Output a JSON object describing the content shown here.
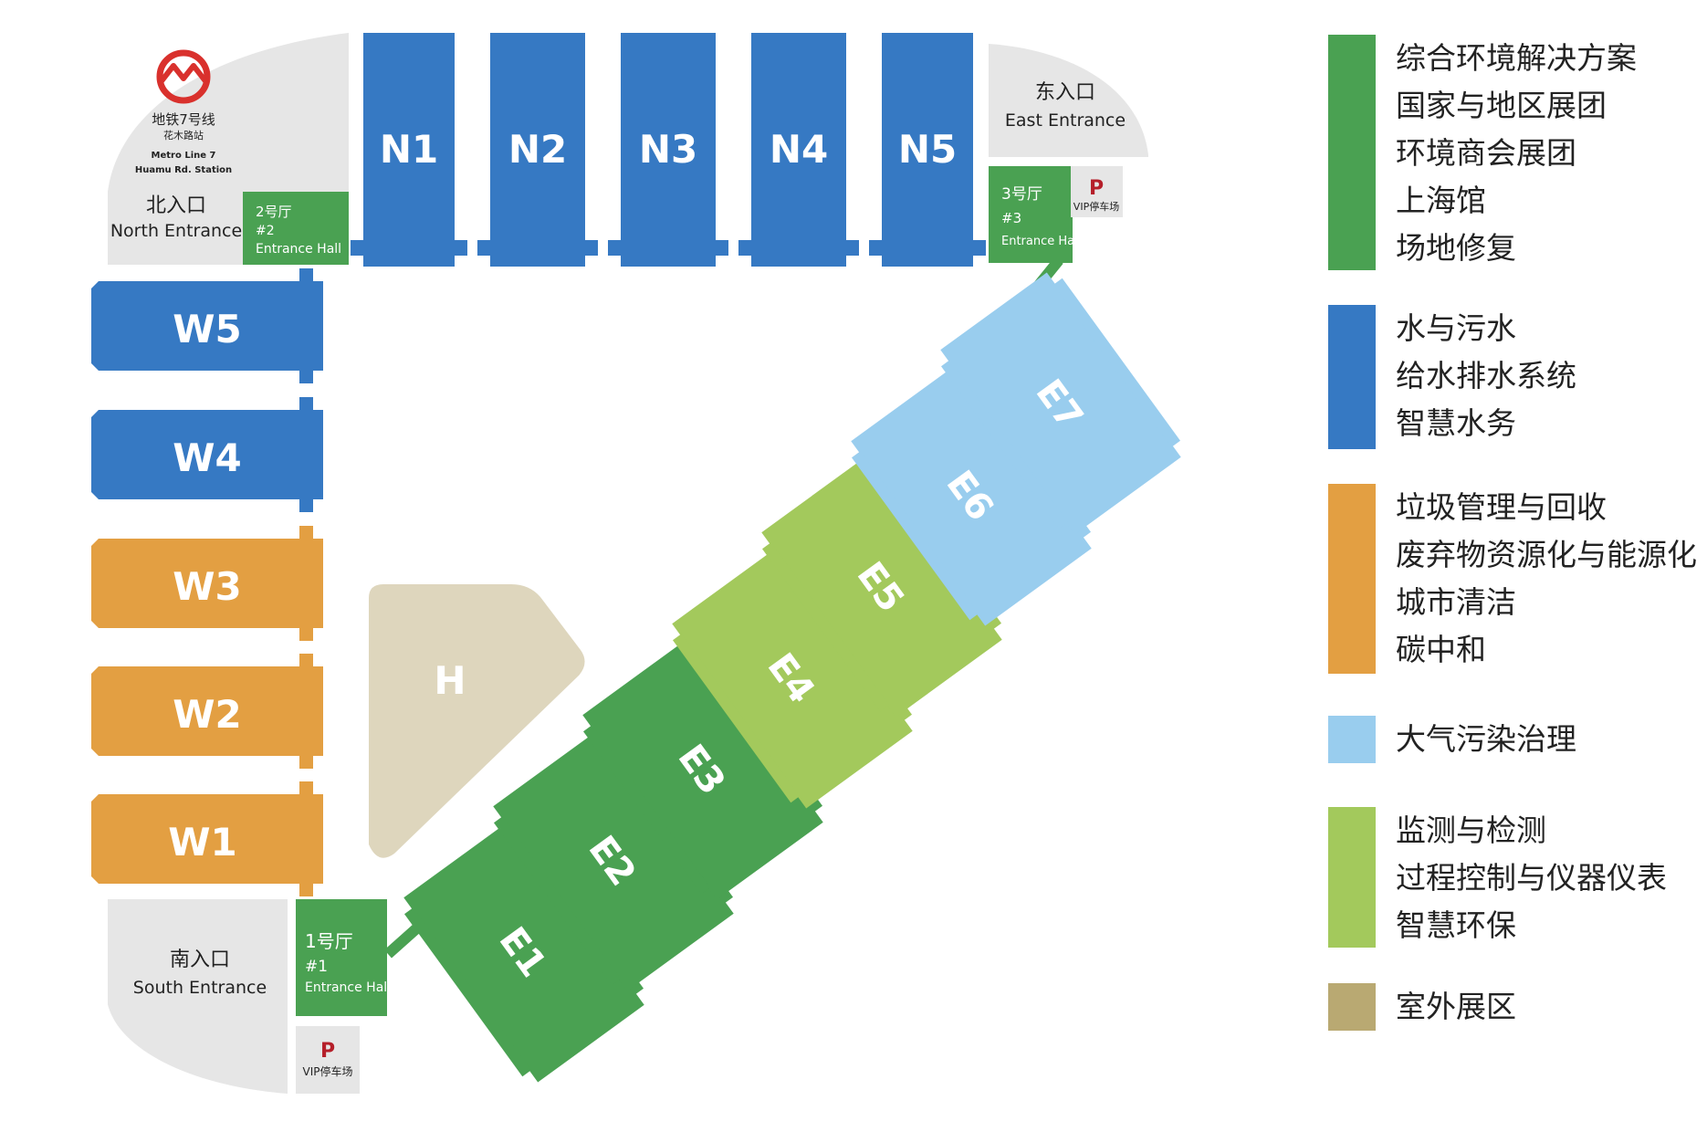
{
  "colors": {
    "green": "#4aa152",
    "blue": "#3679c3",
    "orange": "#e39f42",
    "lightblue": "#99cdee",
    "lightgreen": "#a3c95c",
    "outdoor": "#b9a972",
    "h_hall": "#ded6bd",
    "entrance_area": "#e6e6e6",
    "parking_red": "#b51f2a",
    "metro_red": "#d9312d"
  },
  "metro": {
    "logo_icon": "metro-logo-icon",
    "line_cn": "地铁7号线",
    "station_cn": "花木路站",
    "line_en": "Metro Line 7",
    "station_en": "Huamu Rd. Station"
  },
  "entrances": {
    "north": {
      "cn": "北入口",
      "en": "North Entrance"
    },
    "east": {
      "cn": "东入口",
      "en": "East Entrance"
    },
    "south": {
      "cn": "南入口",
      "en": "South Entrance"
    }
  },
  "entrance_halls": {
    "hall1": {
      "cn": "1号厅",
      "num": "#1",
      "en": "Entrance Hall"
    },
    "hall2": {
      "cn": "2号厅",
      "num": "#2",
      "en": "Entrance Hall"
    },
    "hall3": {
      "cn": "3号厅",
      "num": "#3",
      "en": "Entrance Hall"
    }
  },
  "parking": {
    "symbol": "P",
    "label": "VIP停车场"
  },
  "halls": {
    "north": [
      "N1",
      "N2",
      "N3",
      "N4",
      "N5"
    ],
    "west": [
      "W5",
      "W4",
      "W3",
      "W2",
      "W1"
    ],
    "east": [
      "E1",
      "E2",
      "E3",
      "E4",
      "E5",
      "E6",
      "E7"
    ],
    "outdoor": "H"
  },
  "legend": [
    {
      "color": "#4aa152",
      "items": [
        "综合环境解决方案",
        "国家与地区展团",
        "环境商会展团",
        "上海馆",
        "场地修复"
      ]
    },
    {
      "color": "#3679c3",
      "items": [
        "水与污水",
        "给水排水系统",
        "智慧水务"
      ]
    },
    {
      "color": "#e39f42",
      "items": [
        "垃圾管理与回收",
        "废弃物资源化与能源化",
        "城市清洁",
        "碳中和"
      ]
    },
    {
      "color": "#99cdee",
      "items": [
        "大气污染治理"
      ]
    },
    {
      "color": "#a3c95c",
      "items": [
        "监测与检测",
        "过程控制与仪器仪表",
        "智慧环保"
      ]
    },
    {
      "color": "#b9a972",
      "items": [
        "室外展区"
      ]
    }
  ]
}
